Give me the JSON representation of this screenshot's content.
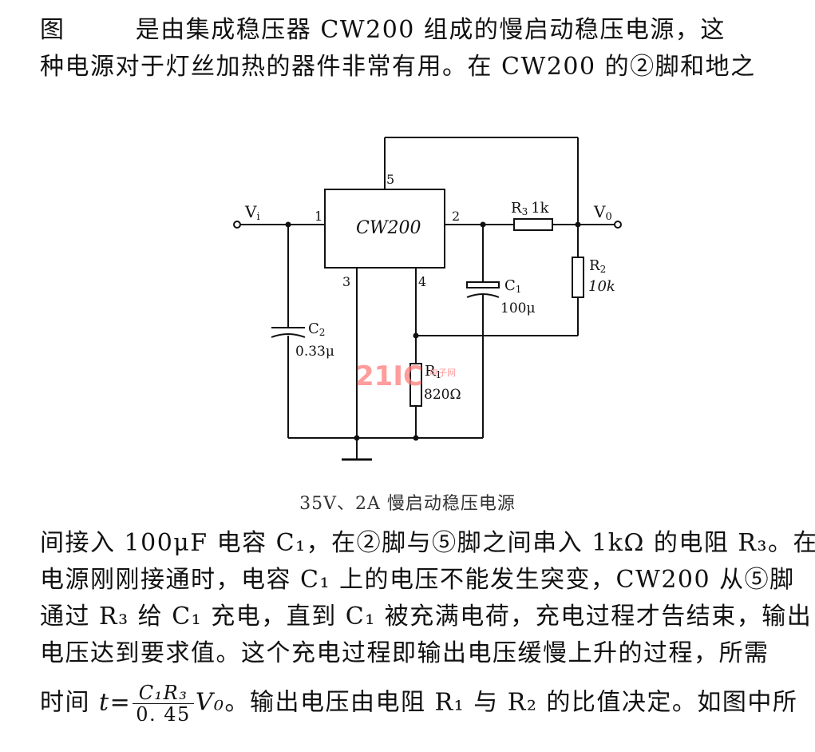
{
  "paragraph_top": {
    "line1": "图        是由集成稳压器 CW200 组成的慢启动稳压电源，这",
    "line2": "种电源对于灯丝加热的器件非常有用。在 CW200 的②脚和地之"
  },
  "figure": {
    "chip_label": "CW200",
    "pin1": "1",
    "pin2": "2",
    "pin3": "3",
    "pin4": "4",
    "pin5": "5",
    "vin_label": "V",
    "vin_sub": "i",
    "vout_label": "V",
    "vout_sub": "0",
    "r3_label": "R",
    "r3_sub": "3",
    "r3_value": "1k",
    "r2_label": "R",
    "r2_sub": "2",
    "r2_value": "10k",
    "r1_label": "R",
    "r1_sub": "1",
    "r1_value": "820Ω",
    "c1_label": "C",
    "c1_sub": "1",
    "c1_value": "100μ",
    "c2_label": "C",
    "c2_sub": "2",
    "c2_value": "0.33μ",
    "caption": "35V、2A 慢启动稳压电源",
    "watermark": "21IC",
    "watermark_sub": "电子网"
  },
  "paragraph_bottom": {
    "line1": "间接入 100μF 电容 C₁，在②脚与⑤脚之间串入 1kΩ 的电阻 R₃。在",
    "line2": "电源刚刚接通时，电容 C₁ 上的电压不能发生突变，CW200 从⑤脚",
    "line3": "通过 R₃ 给 C₁ 充电，直到 C₁ 被充满电荷，充电过程才告结束，输出",
    "line4": "电压达到要求值。这个充电过程即输出电压缓慢上升的过程，所需",
    "line5_pre": "时间 ",
    "line5_var": "t",
    "line5_eq": "=",
    "formula_num": "C₁R₃",
    "formula_den": "0. 45",
    "line5_v": "V₀",
    "line5_post": "。输出电压由电阻 R₁ 与 R₂ 的比值决定。如图中所"
  }
}
